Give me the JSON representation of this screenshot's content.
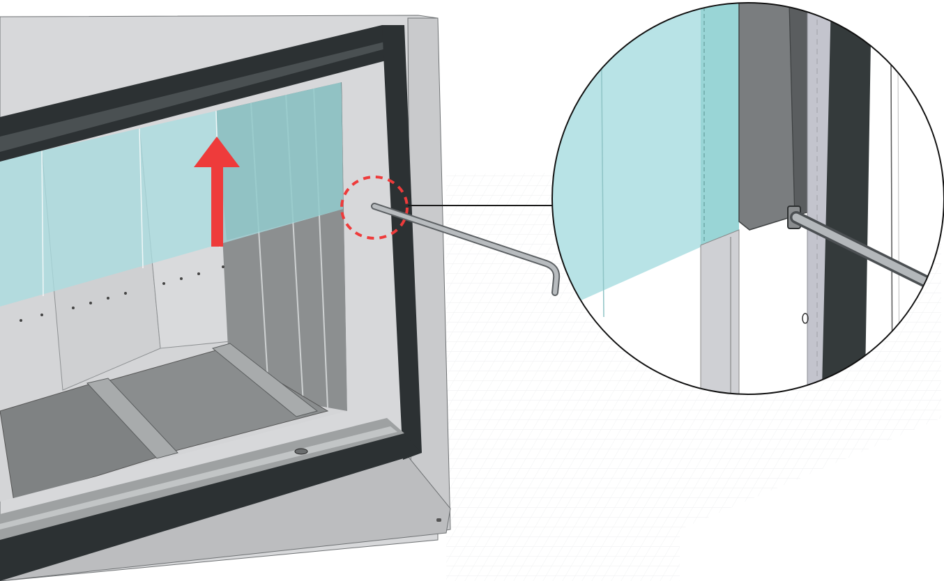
{
  "diagram": {
    "kind": "technical-illustration",
    "subject": "fireplace-door-glass-lift",
    "annotations": {
      "direction_arrow": "up",
      "highlight_marker": "dashed-circle",
      "detail_view": "magnified-circle"
    }
  },
  "colors": {
    "accent_red": "#ee3b3b",
    "glass": "#a9dde0",
    "frame_dark": "#2c3133",
    "chamber_grey": "#8c8f90",
    "panel_light": "#d6d6d8",
    "rod_grey": "#a2a6a9",
    "background": "#ffffff"
  }
}
